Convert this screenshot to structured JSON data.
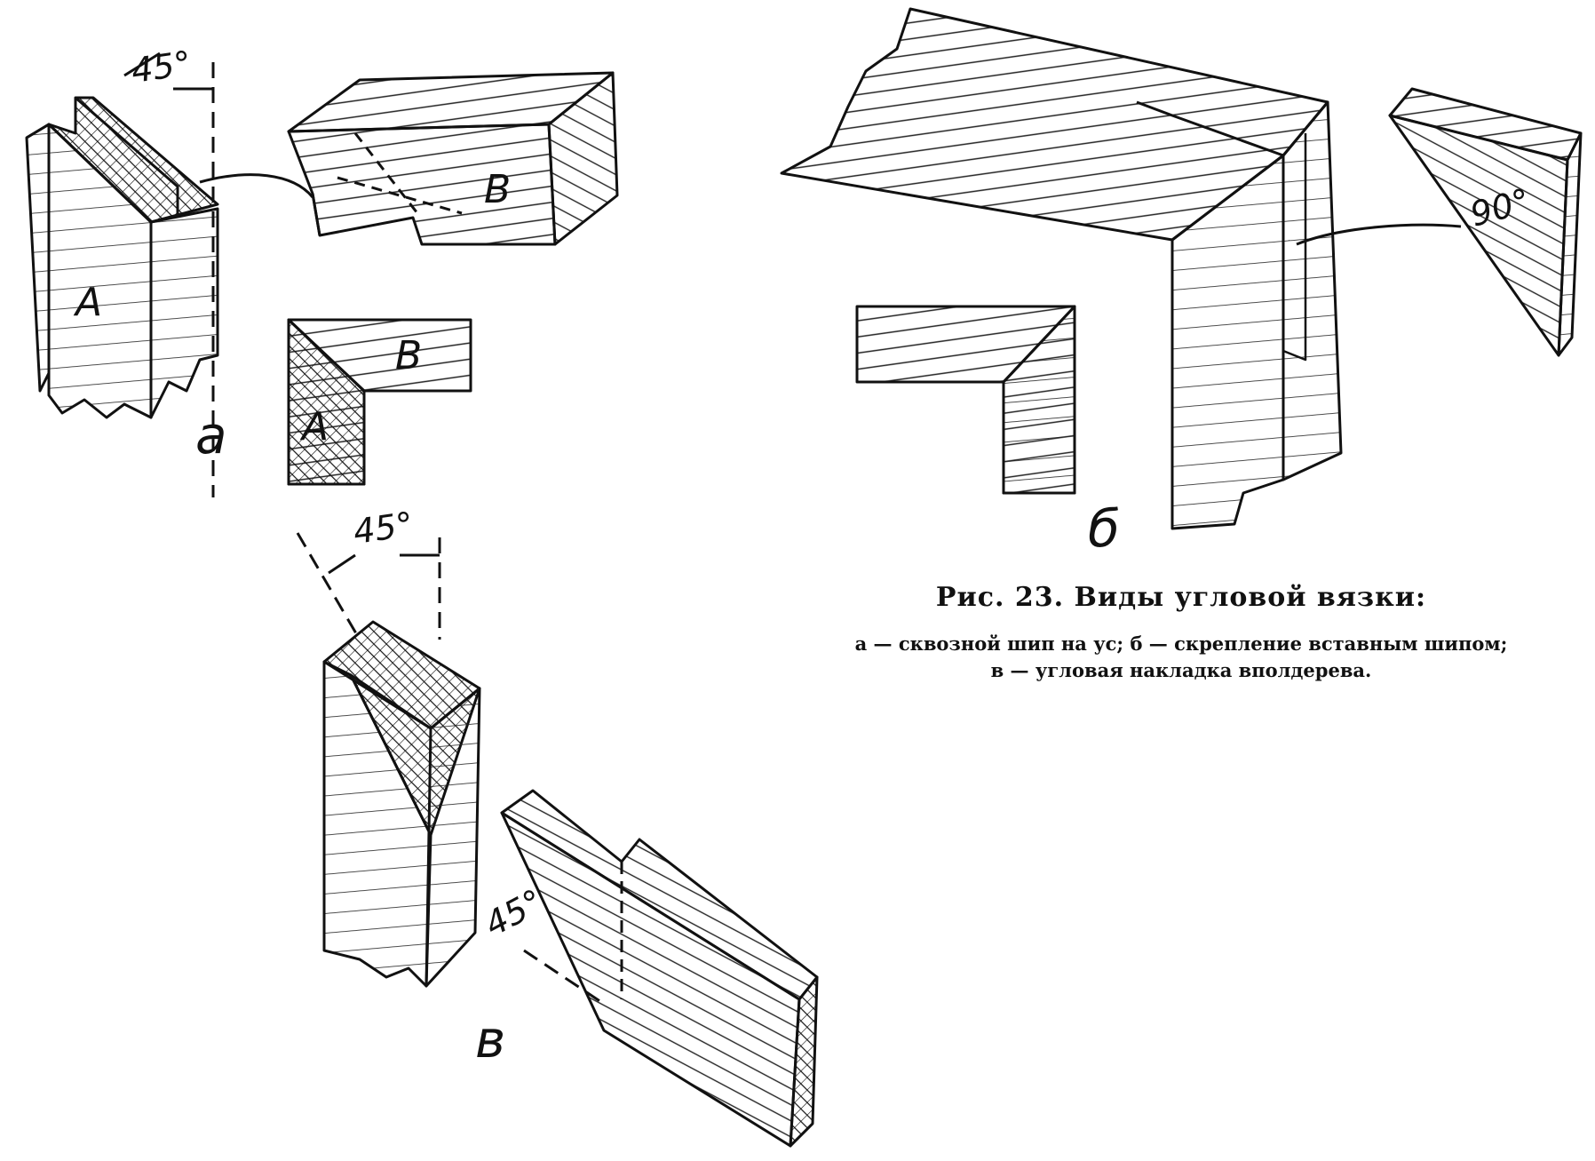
{
  "figure": {
    "part_a": {
      "letter": "а",
      "angle": "45°",
      "label_A": "A",
      "label_B": "B",
      "label_A2": "A",
      "label_B2": "B"
    },
    "part_b": {
      "letter": "б",
      "angle": "90°"
    },
    "part_v": {
      "letter": "в",
      "angle_top": "45°",
      "angle_side": "45°"
    },
    "caption": {
      "title": "Рис. 23. Виды угловой вязки:",
      "line1": "а — сквозной шип на ус; б — скрепление вставным шипом;",
      "line2": "в — угловая накладка вполдерева."
    }
  }
}
